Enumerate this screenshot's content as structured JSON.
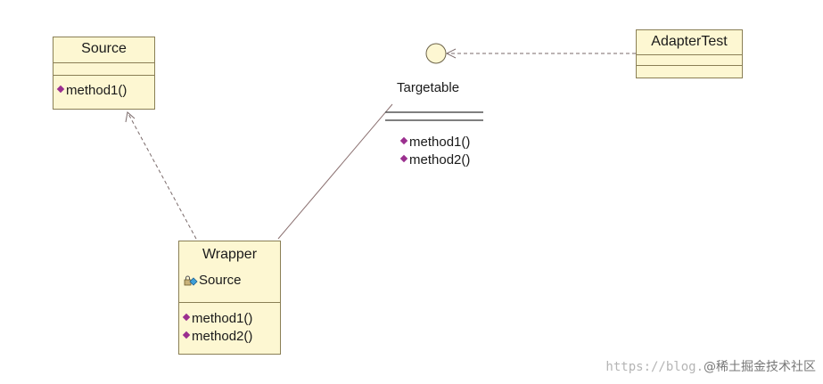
{
  "classes": {
    "source": {
      "name": "Source",
      "operations": [
        "method1()"
      ]
    },
    "wrapper": {
      "name": "Wrapper",
      "attributes": [
        "Source"
      ],
      "operations": [
        "method1()",
        "method2()"
      ]
    },
    "adapter_test": {
      "name": "AdapterTest"
    }
  },
  "interface": {
    "name": "Targetable",
    "operations": [
      "method1()",
      "method2()"
    ]
  },
  "watermark": {
    "url": "https://blog.",
    "author": "@稀土掘金技术社区"
  },
  "colors": {
    "class_fill": "#fdf7d2",
    "class_border": "#8a7f55",
    "operation_icon": "#9b2f8f",
    "edge": "#7a6a6a"
  }
}
